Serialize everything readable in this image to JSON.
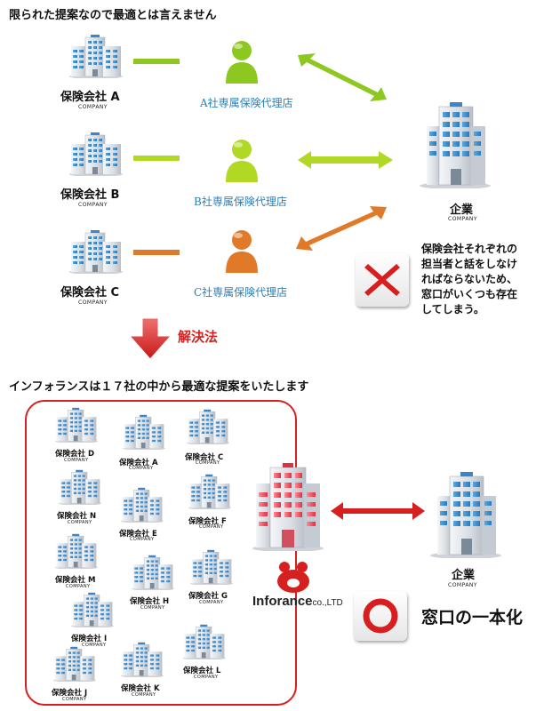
{
  "top_title": "限られた提案なので最適とは言えません",
  "insurers_top": [
    {
      "name": "保険会社 A",
      "sub": "COMPANY",
      "agent": "A社専属保険代理店",
      "color": "#8cc820"
    },
    {
      "name": "保険会社 B",
      "sub": "COMPANY",
      "agent": "B社専属保険代理店",
      "color": "#b0d825"
    },
    {
      "name": "保険会社 C",
      "sub": "COMPANY",
      "agent": "C社専属保険代理店",
      "color": "#e07a28"
    }
  ],
  "company": {
    "name": "企業",
    "sub": "COMPANY"
  },
  "problem_note": [
    "保険会社それぞれの",
    "担当者と話をしなけ",
    "ればならないため、",
    "窓口がいくつも存在",
    "してしまう。"
  ],
  "solution_label": "解決法",
  "bottom_title": "インフォランスは１７社の中から最適な提案をいたします",
  "insurers_bottom": [
    {
      "name": "保険会社 D",
      "sub": "COMPANY"
    },
    {
      "name": "保険会社 A",
      "sub": "COMPANY"
    },
    {
      "name": "保険会社 C",
      "sub": "COMPANY"
    },
    {
      "name": "保険会社 N",
      "sub": "COMPANY"
    },
    {
      "name": "保険会社 E",
      "sub": "COMPANY"
    },
    {
      "name": "保険会社 F",
      "sub": "COMPANY"
    },
    {
      "name": "保険会社 M",
      "sub": "COMPANY"
    },
    {
      "name": "保険会社 H",
      "sub": "COMPANY"
    },
    {
      "name": "保険会社 G",
      "sub": "COMPANY"
    },
    {
      "name": "保険会社 I",
      "sub": "COMPANY"
    },
    {
      "name": "保険会社 L",
      "sub": "COMPANY"
    },
    {
      "name": "保険会社 J",
      "sub": "COMPANY"
    },
    {
      "name": "保険会社 K",
      "sub": "COMPANY"
    }
  ],
  "inforance_logo": {
    "word": "Inforance",
    "suffix": "co.,LTD"
  },
  "company2": {
    "name": "企業",
    "sub": "COMPANY"
  },
  "single_window": "窓口の一本化",
  "colors": {
    "accent_red": "#d62020",
    "agent_text": "#2a7fb6"
  }
}
